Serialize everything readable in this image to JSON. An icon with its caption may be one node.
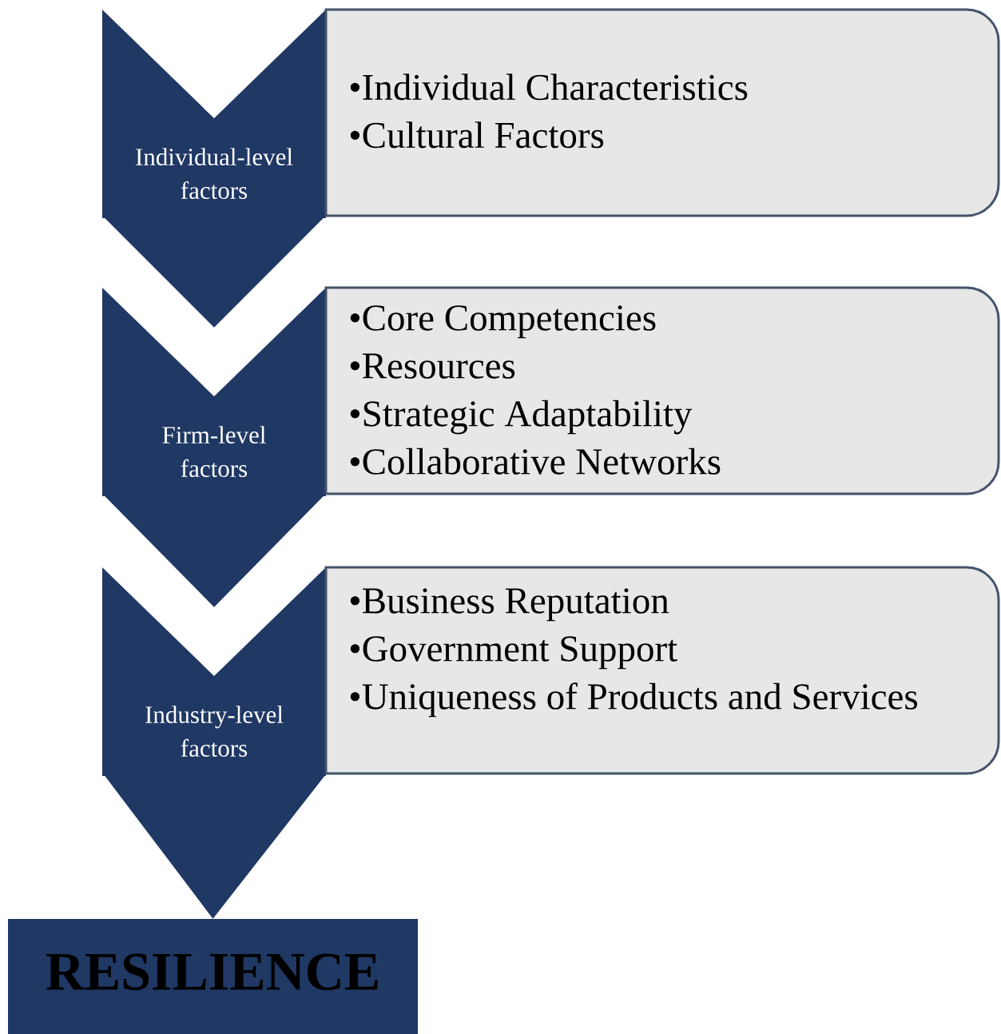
{
  "diagram": {
    "nodes": [
      {
        "text": [
          "Individual-level factors"
        ]
      },
      {
        "text": [
          "Firm-level factors"
        ]
      },
      {
        "text": [
          "Industry-level factors"
        ]
      },
      {
        "text": [
          "•Individual Characteristics",
          "•Cultural Factors"
        ]
      },
      {
        "text": [
          "•Core Competencies",
          "•Resources",
          "•Strategic Adaptability",
          "•Collaborative Networks"
        ]
      },
      {
        "text": [
          "•Business Reputation",
          "•Government Support",
          "•Uniqueness of Products and Services"
        ]
      },
      {
        "text": [
          "RESILIENCE"
        ]
      }
    ],
    "edges": [
      {
        "from": 0,
        "to": 1,
        "arrow": "to"
      },
      {
        "from": 1,
        "to": 2,
        "arrow": "to"
      },
      {
        "from": 2,
        "to": 6,
        "arrow": "to"
      }
    ]
  }
}
